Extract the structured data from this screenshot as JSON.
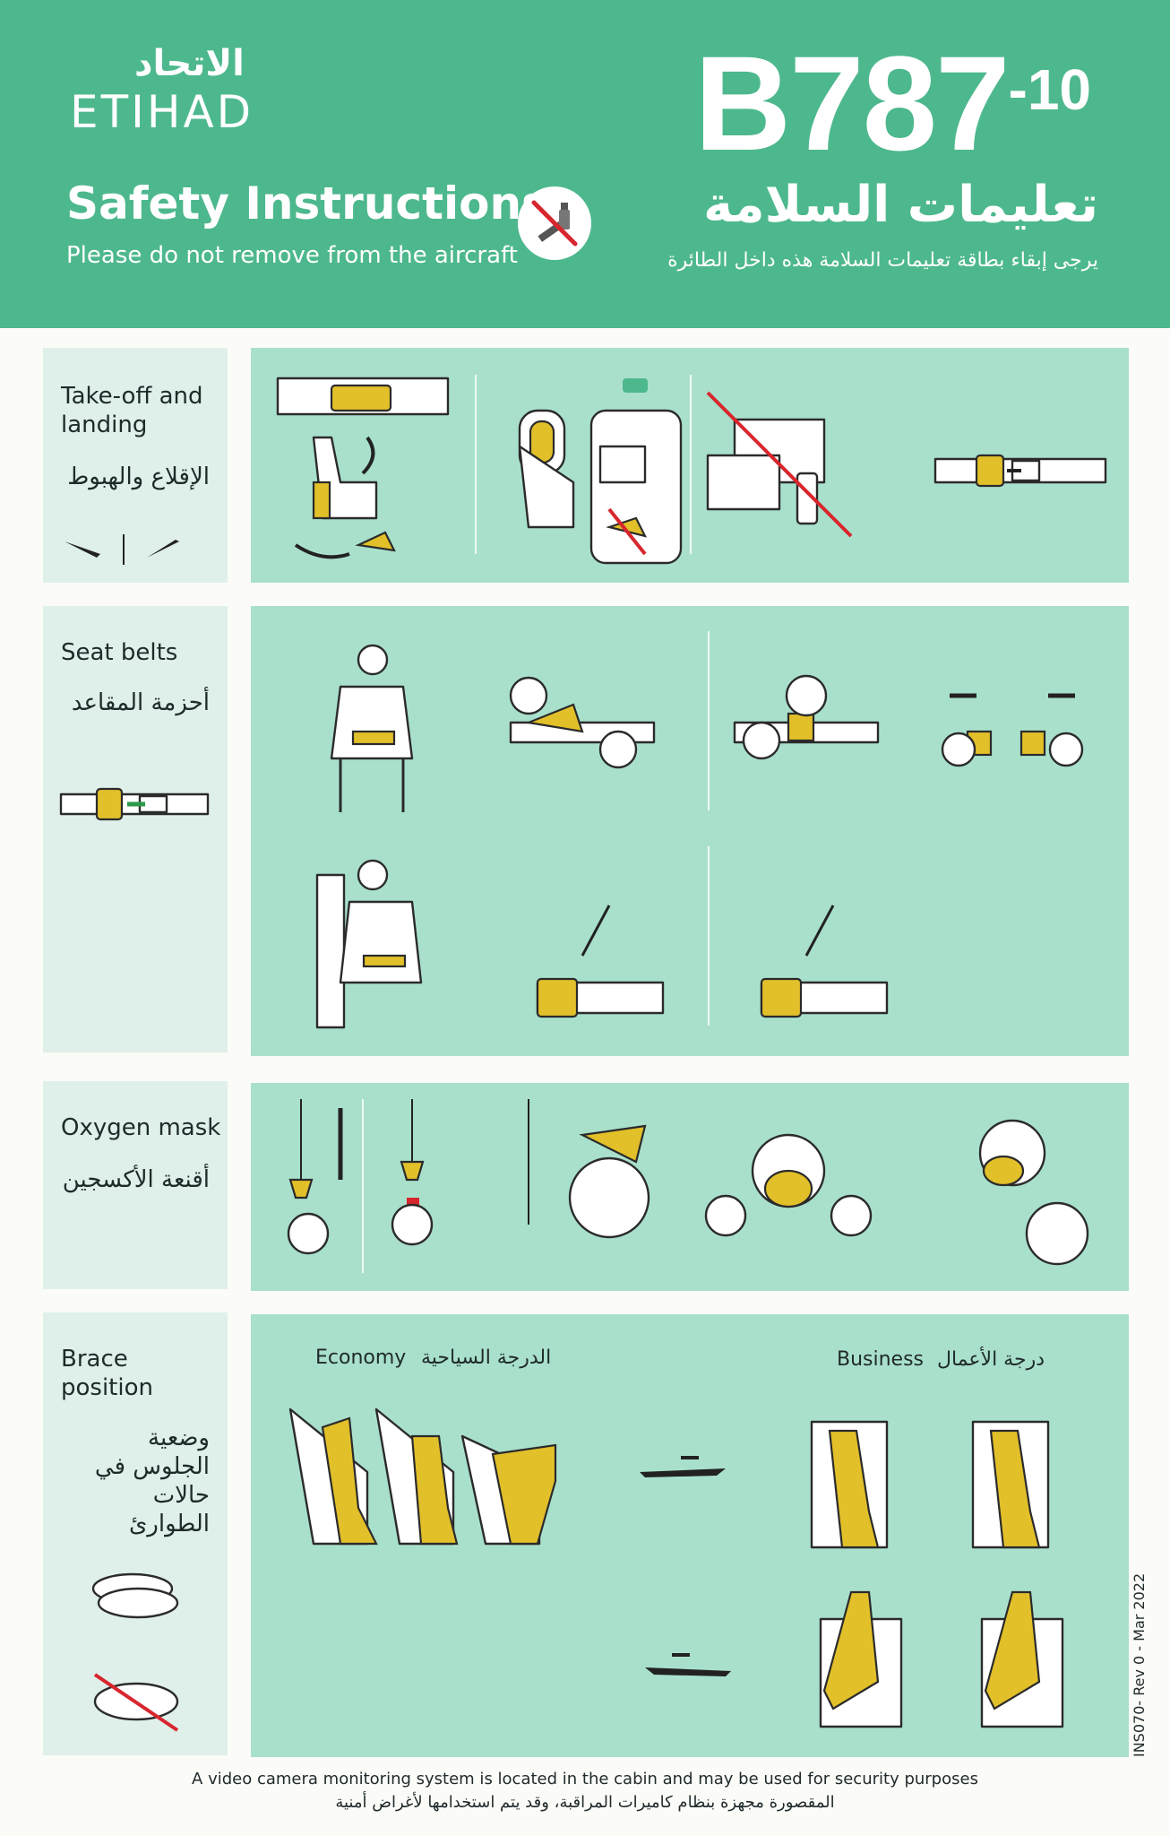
{
  "header": {
    "logo_ar": "الاتحاد",
    "logo_en": "ETIHAD",
    "title_en": "Safety Instructions",
    "subtitle_en": "Please do not remove from the aircraft",
    "model_main": "B787",
    "model_suffix": "-10",
    "title_ar": "تعليمات السلامة",
    "subtitle_ar": "يرجى إبقاء بطاقة تعليمات السلامة هذه داخل الطائرة"
  },
  "sections": {
    "takeoff": {
      "label_en": "Take-off and landing",
      "label_ar": "الإقلاع والهبوط"
    },
    "seatbelts": {
      "label_en": "Seat belts",
      "label_ar": "أحزمة المقاعد"
    },
    "oxygen": {
      "label_en": "Oxygen mask",
      "label_ar": "أقنعة الأكسجين"
    },
    "brace": {
      "label_en": "Brace position",
      "label_ar": "وضعية الجلوس في حالات الطوارئ",
      "economy_en": "Economy",
      "economy_ar": "الدرجة السياحية",
      "business_en": "Business",
      "business_ar": "درجة الأعمال"
    }
  },
  "footer": {
    "notice_en": "A video camera monitoring system is located in the cabin and may be used for security purposes",
    "notice_ar": "المقصورة مجهزة بنظام كاميرات المراقبة، وقد يتم استخدامها لأغراض أمنية",
    "doc_ref": "INS070- Rev 0 - Mar 2022"
  },
  "colors": {
    "brand_green": "#4db88d",
    "panel_mint": "#a9e0cc",
    "label_bg": "#dff0ea",
    "accent_yellow": "#e2c02a",
    "prohibit_red": "#d7262e"
  }
}
